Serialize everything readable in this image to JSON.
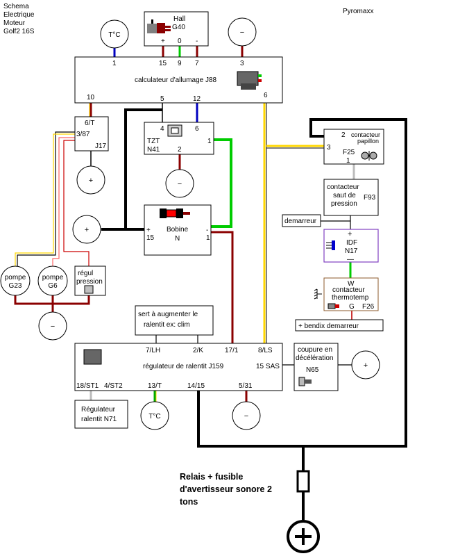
{
  "title_lines": [
    "Schema",
    "Electrique",
    "Moteur",
    "Golf2 16S"
  ],
  "author": "Pyromaxx",
  "hall": {
    "name": "Hall",
    "code": "G40",
    "pins": [
      "+",
      "0",
      "-"
    ]
  },
  "temp_top": "T°C",
  "minus_sign": "−",
  "plus_sign": "+",
  "j88": {
    "label": "calculateur d'allumage J88",
    "pins": [
      "1",
      "15",
      "9",
      "7",
      "3",
      "10",
      "5",
      "12",
      "6"
    ]
  },
  "j17": {
    "pins": [
      "6/T",
      "3/87"
    ],
    "code": "J17"
  },
  "tzt": {
    "name": "TZT",
    "code": "N41",
    "pins": [
      "4",
      "6",
      "1",
      "2"
    ]
  },
  "bobine": {
    "name": "Bobine",
    "code": "N",
    "plus": "+",
    "minus": "-",
    "pin_plus": "15",
    "pin_minus": "1"
  },
  "f25": {
    "title": "contacteur",
    "subtitle": "papillon",
    "code": "F25",
    "pins": [
      "2",
      "3",
      "1"
    ]
  },
  "f93": {
    "lines": [
      "contacteur",
      "saut de",
      "pression"
    ],
    "code": "F93"
  },
  "demarreur": "demarreur",
  "n17": {
    "name": "IDF",
    "code": "N17",
    "plus": "+",
    "minus": "—"
  },
  "f26": {
    "pin_w": "W",
    "lines": [
      "contacteur",
      "thermotemp"
    ],
    "pin_g": "G",
    "code": "F26"
  },
  "bendix": "+ bendix demarreur",
  "pompe_g23": {
    "name": "pompe",
    "code": "G23"
  },
  "pompe_g6": {
    "name": "pompe",
    "code": "G6"
  },
  "regul_pression": [
    "régul",
    "pression"
  ],
  "clim_note": [
    "sert à augmenter le",
    "ralentit ex: clim"
  ],
  "j159": {
    "label": "régulateur de ralentit J159",
    "pins_top": [
      "7/LH",
      "2/K",
      "17/1",
      "8/LS"
    ],
    "pin_right": "15 SAS",
    "pins_bottom": [
      "18/ST1",
      "4/ST2",
      "13/T",
      "14/15",
      "5/31"
    ]
  },
  "n65": {
    "lines": [
      "coupure en",
      "décélération"
    ],
    "code": "N65"
  },
  "n71": {
    "lines": [
      "Régulateur",
      "ralentit N71"
    ]
  },
  "temp_bottom": "T°C",
  "relais_note": [
    "Relais + fusible",
    "d'avertisseur sonore 2",
    "tons"
  ]
}
